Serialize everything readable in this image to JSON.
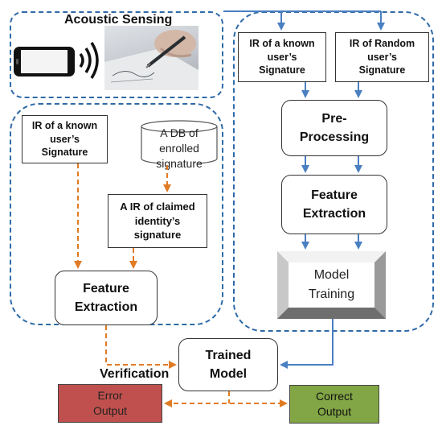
{
  "sections": {
    "acoustic_title": "Acoustic Sensing",
    "verification_title": "Verification"
  },
  "left": {
    "ir_known": "IR of a known\nuser’s\nSignature",
    "db_label": "A DB of\nenrolled signature",
    "ir_claimed": "A IR of claimed\nidentity’s\nsignature",
    "feature_extraction": "Feature\nExtraction"
  },
  "right": {
    "ir_known": "IR of a known\nuser’s\nSignature",
    "ir_random": "IR of Random\nuser’s\nSignature",
    "preprocessing": "Pre-\nProcessing",
    "feature_extraction": "Feature\nExtraction",
    "model_training": "Model\nTraining"
  },
  "center": {
    "trained_model": "Trained\nModel"
  },
  "outputs": {
    "error": "Error\nOutput",
    "correct": "Correct\nOutput"
  },
  "colors": {
    "dashed_border": "#2f6aa8",
    "solid_arrow": "#4a7fc1",
    "dashed_arrow": "#e07b24",
    "error_fill": "#c0504d",
    "correct_fill": "#82a545"
  },
  "icons": {
    "phone": "smartphone-icon",
    "waves": "sound-waves-icon",
    "photo": "hand-signing-photo",
    "db": "database-icon"
  }
}
